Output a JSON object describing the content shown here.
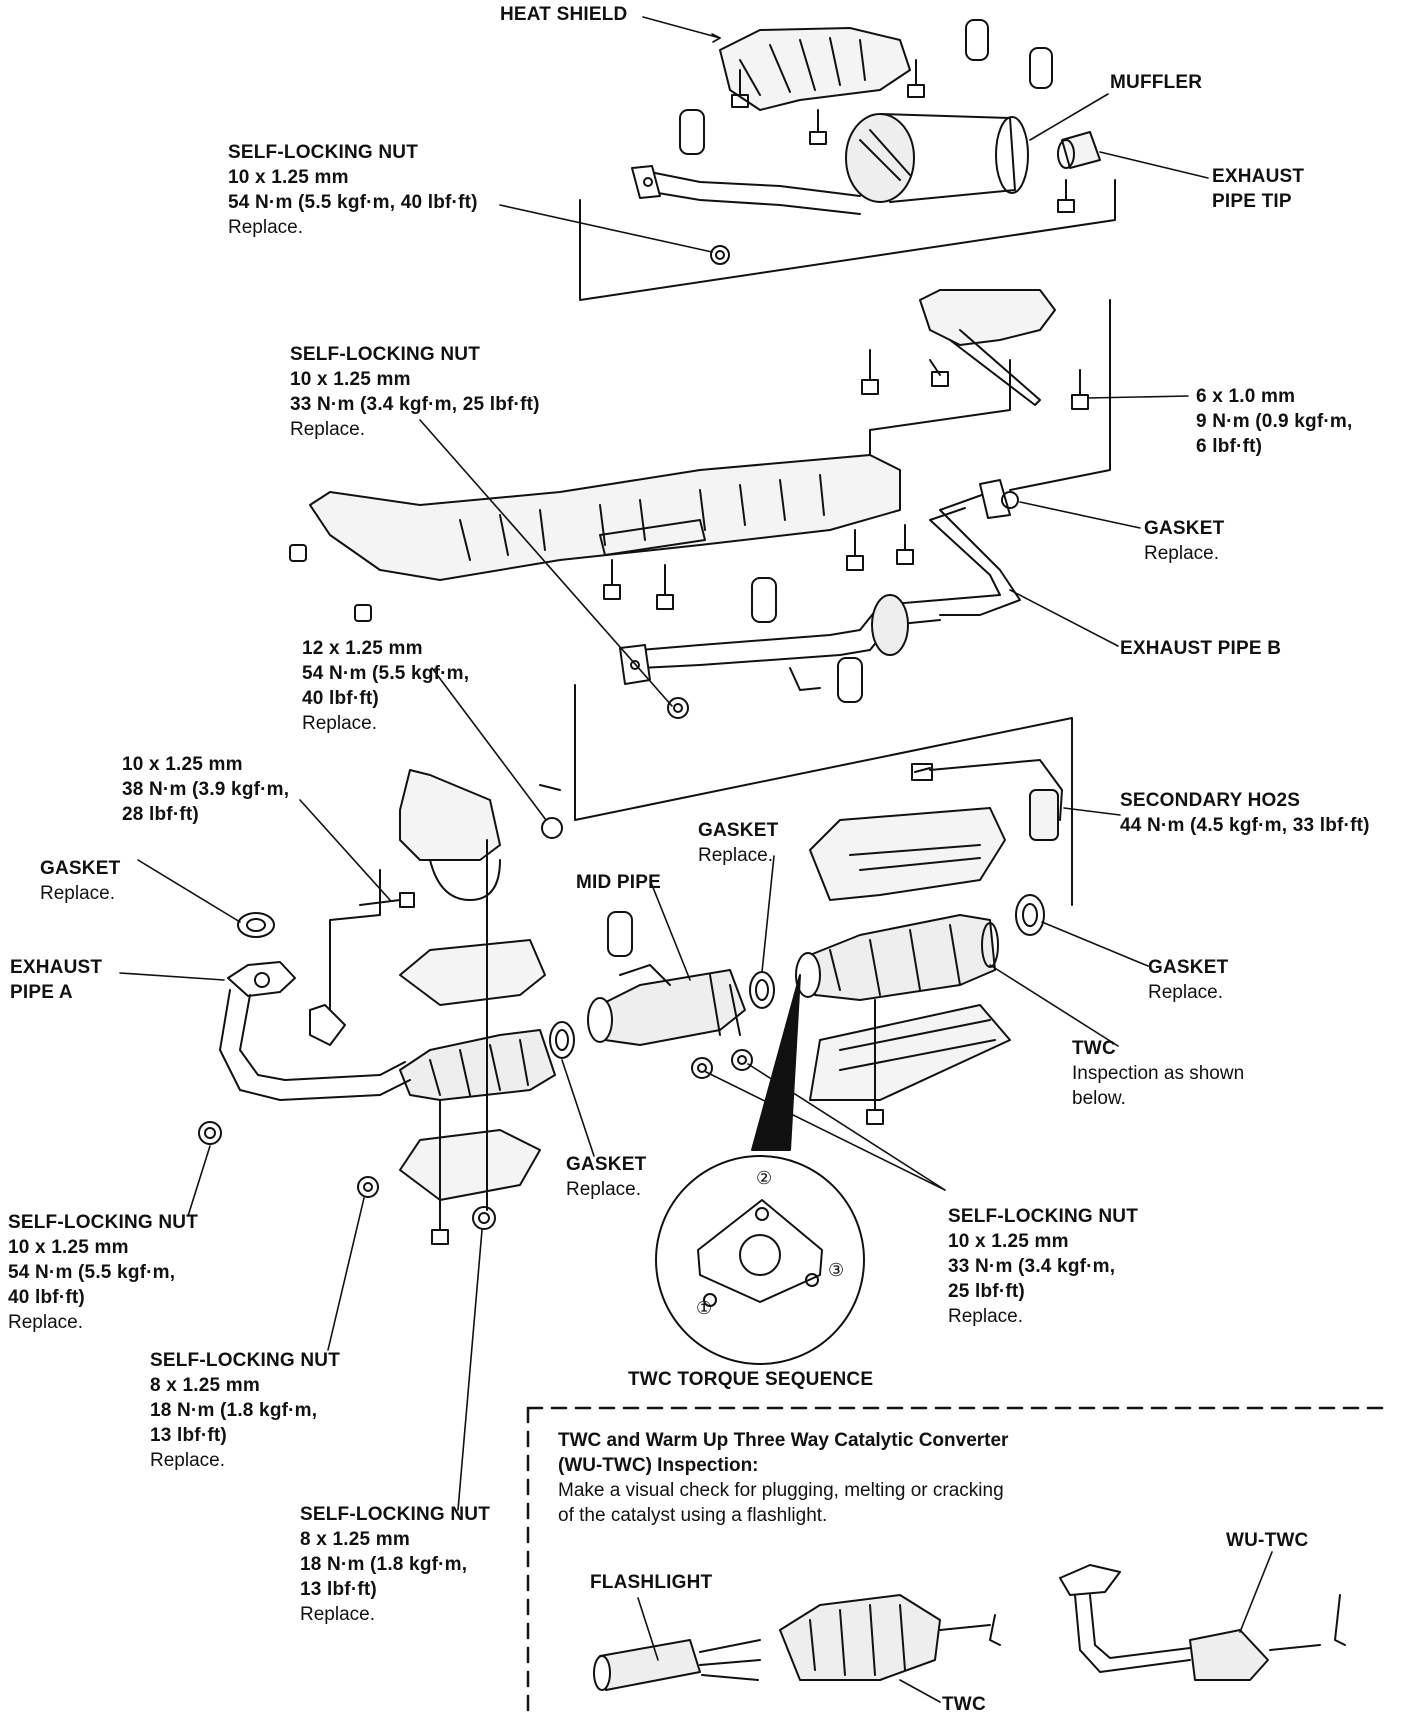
{
  "labels": {
    "heat_shield": [
      "HEAT SHIELD"
    ],
    "muffler": [
      "MUFFLER"
    ],
    "exhaust_pipe_tip": [
      "EXHAUST",
      "PIPE TIP"
    ],
    "nut_top": [
      "SELF-LOCKING NUT",
      "10 x 1.25 mm",
      "54 N·m (5.5 kgf·m, 40 lbf·ft)",
      "Replace."
    ],
    "nut_mid": [
      "SELF-LOCKING NUT",
      "10 x 1.25 mm",
      "33 N·m (3.4 kgf·m, 25 lbf·ft)",
      "Replace."
    ],
    "bolt_6x1": [
      "6 x 1.0 mm",
      "9 N·m (0.9 kgf·m,",
      "6 lbf·ft)"
    ],
    "gasket_b": [
      "GASKET",
      "Replace."
    ],
    "exhaust_pipe_b": [
      "EXHAUST PIPE B"
    ],
    "bolt_12": [
      "12 x 1.25 mm",
      "54 N·m (5.5 kgf·m,",
      "40 lbf·ft)",
      "Replace."
    ],
    "bolt_10_38": [
      "10 x 1.25 mm",
      "38 N·m (3.9 kgf·m,",
      "28 lbf·ft)"
    ],
    "gasket_left": [
      "GASKET",
      "Replace."
    ],
    "secondary_ho2s": [
      "SECONDARY HO2S",
      "44 N·m (4.5 kgf·m, 33 lbf·ft)"
    ],
    "gasket_mid": [
      "GASKET",
      "Replace."
    ],
    "mid_pipe": [
      "MID PIPE"
    ],
    "exhaust_pipe_a": [
      "EXHAUST",
      "PIPE A"
    ],
    "gasket_right": [
      "GASKET",
      "Replace."
    ],
    "twc": [
      "TWC",
      "Inspection as shown",
      "below."
    ],
    "gasket_lower": [
      "GASKET",
      "Replace."
    ],
    "nut_lower_left": [
      "SELF-LOCKING NUT",
      "10 x 1.25 mm",
      "54 N·m (5.5 kgf·m,",
      "40 lbf·ft)",
      "Replace."
    ],
    "nut_8_a": [
      "SELF-LOCKING NUT",
      "8 x 1.25 mm",
      "18 N·m (1.8 kgf·m,",
      "13 lbf·ft)",
      "Replace."
    ],
    "nut_8_b": [
      "SELF-LOCKING NUT",
      "8 x 1.25 mm",
      "18 N·m (1.8 kgf·m,",
      "13 lbf·ft)",
      "Replace."
    ],
    "nut_right_lower": [
      "SELF-LOCKING NUT",
      "10 x 1.25 mm",
      "33 N·m (3.4 kgf·m,",
      "25 lbf·ft)",
      "Replace."
    ],
    "torque_sequence": [
      "TWC TORQUE SEQUENCE"
    ],
    "seq_numbers": [
      "①",
      "②",
      "③"
    ]
  },
  "inspection_box": {
    "title": [
      "TWC and Warm Up Three Way Catalytic Converter",
      "(WU-TWC) Inspection:"
    ],
    "body": [
      "Make a visual check for plugging, melting or cracking",
      "of the catalyst using a flashlight."
    ],
    "flashlight": "FLASHLIGHT",
    "twc": "TWC",
    "wu_twc": "WU-TWC"
  }
}
